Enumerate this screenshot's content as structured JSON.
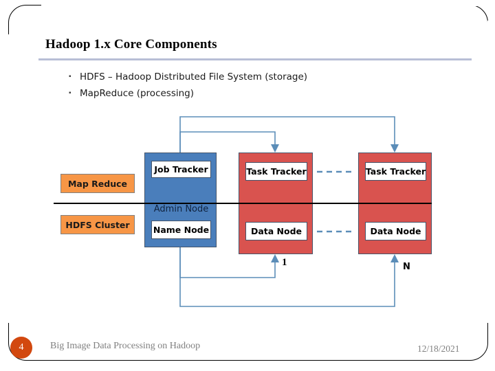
{
  "slide": {
    "title": "Hadoop 1.x Core Components",
    "bullets": [
      {
        "marker": "▪",
        "text": "HDFS – Hadoop Distributed File System (storage)"
      },
      {
        "marker": "▪",
        "text": "MapReduce (processing)"
      }
    ]
  },
  "diagram": {
    "legend": {
      "mapreduce": "Map Reduce",
      "hdfs": "HDFS Cluster"
    },
    "admin_node": {
      "label": "Admin Node",
      "job_tracker": "Job Tracker",
      "name_node": "Name Node"
    },
    "worker_first": {
      "task_tracker": "Task Tracker",
      "data_node": "Data Node",
      "multiplicity": "1"
    },
    "worker_last": {
      "task_tracker": "Task Tracker",
      "data_node": "Data Node",
      "multiplicity": "N"
    },
    "colors": {
      "admin_node": "#4a7ebb",
      "worker_node": "#d9534f",
      "legend_box": "#f79646",
      "node_border": "#44546a",
      "connector": "#5b8db8",
      "divider": "#000000",
      "title_rule": "#b8bed6",
      "footer_badge": "#d2480f",
      "footer_text": "#808080"
    }
  },
  "footer": {
    "slide_number": "4",
    "title": "Big Image Data Processing on Hadoop",
    "date": "12/18/2021"
  }
}
